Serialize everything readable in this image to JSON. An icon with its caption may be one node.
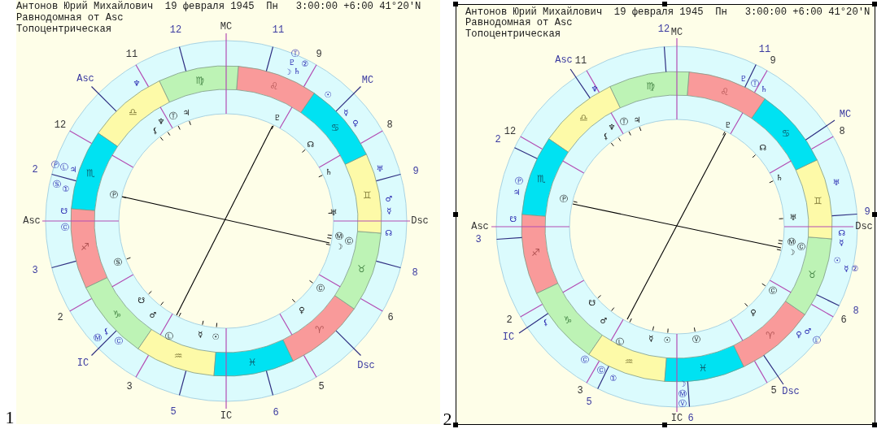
{
  "diagram": {
    "labels": [
      "Антонов Юрий Михайлович  19 февраля 1945  Пн   3:00:00 +6:00 41°20'N",
      "Равнодомная от Asc",
      "Топоцентрическая",
      "12",
      "MC",
      "11",
      "11",
      "9",
      "Asc",
      "MC",
      "12",
      "8",
      "2",
      "9",
      "Asc",
      "Dsc",
      "3",
      "8",
      "2",
      "6",
      "IC",
      "Dsc",
      "3",
      "5",
      "5",
      "IC",
      "6",
      "♍",
      "♌",
      "♎",
      "♋",
      "♏",
      "♊",
      "♐",
      "♉",
      "♑",
      "♈",
      "♒",
      "♓",
      "Ⓣ",
      "♇",
      "②",
      "♄",
      "☽",
      "♆",
      "☉",
      "♃",
      "☿",
      "Ⓣ",
      "♇",
      "♆",
      "♀",
      "⚸",
      "☊",
      "Ⓟ",
      "Ⓛ",
      "♅",
      "♃",
      "♄",
      "Ⓢ",
      "①",
      "Ⓟ",
      "♂",
      "☋",
      "☿",
      "♅",
      "Ⓒ",
      "☊",
      "Ⓜ",
      "Ⓒ",
      "☽",
      "Ⓢ",
      "Ⓒ",
      "☋",
      "♀",
      "♂",
      "⚸",
      "☿",
      "Ⓛ",
      "☉",
      "Ⓜ",
      "Ⓒ",
      "1",
      "Антонов Юрий Михайлович  19 февраля 1945  Пн   3:00:00 +6:00 41°20'N",
      "Равнодомная от Asc",
      "Топоцентрическая",
      "12",
      "MC",
      "11",
      "Asc",
      "11",
      "9",
      "MC",
      "12",
      "8",
      "2",
      "9",
      "Asc",
      "Dsc",
      "3",
      "8",
      "2",
      "6",
      "IC",
      "3",
      "5",
      "Dsc",
      "5",
      "IC",
      "6",
      "♍",
      "♌",
      "♎",
      "♋",
      "♏",
      "♊",
      "♐",
      "♉",
      "♑",
      "♈",
      "♒",
      "♓",
      "♇",
      "Ⓣ",
      "♄",
      "♆",
      "♃",
      "Ⓣ",
      "♇",
      "♆",
      "⚸",
      "☊",
      "♄",
      "Ⓟ",
      "♅",
      "♃",
      "Ⓟ",
      "♅",
      "☋",
      "☊",
      "Ⓜ",
      "☿",
      "Ⓒ",
      "☽",
      "☉",
      "☿",
      "②",
      "Ⓒ",
      "☋",
      "♀",
      "♂",
      "⚸",
      "♂",
      "♀",
      "☿",
      "Ⓥ",
      "☉",
      "Ⓛ",
      "Ⓛ",
      "Ⓒ",
      "Ⓒ",
      "①",
      "☽",
      "Ⓜ",
      "Ⓥ",
      "2"
    ]
  }
}
